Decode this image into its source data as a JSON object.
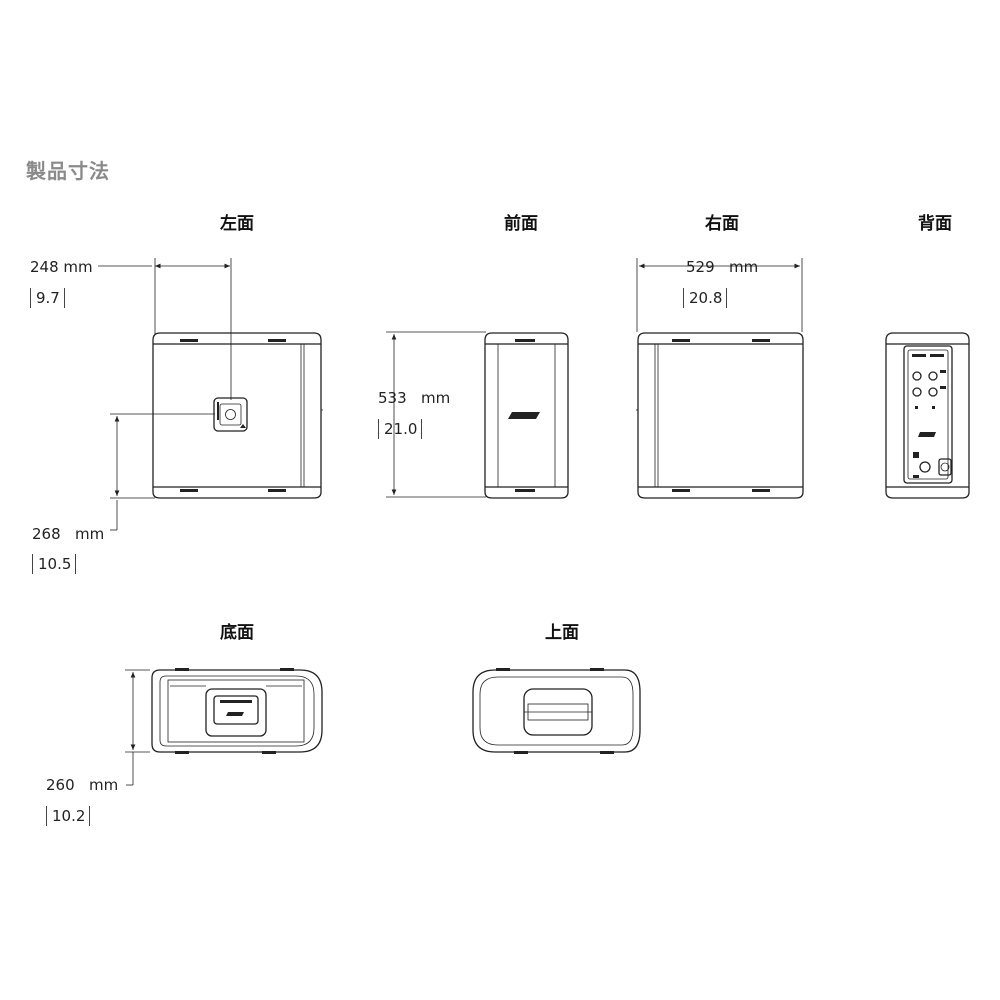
{
  "title": "製品寸法",
  "views": {
    "left": "左面",
    "front": "前面",
    "right": "右面",
    "back": "背面",
    "bottom": "底面",
    "top": "上面"
  },
  "dimensions": {
    "depth_top": {
      "mm": "248 mm",
      "inch": "9.7"
    },
    "height": {
      "mm_value": "533",
      "unit": "mm",
      "inch": "21.0"
    },
    "width": {
      "mm_value": "529",
      "unit": "mm",
      "inch": "20.8"
    },
    "side_height": {
      "mm_value": "268",
      "unit": "mm",
      "inch": "10.5"
    },
    "bottom_depth": {
      "mm_value": "260",
      "unit": "mm",
      "inch": "10.2"
    }
  }
}
